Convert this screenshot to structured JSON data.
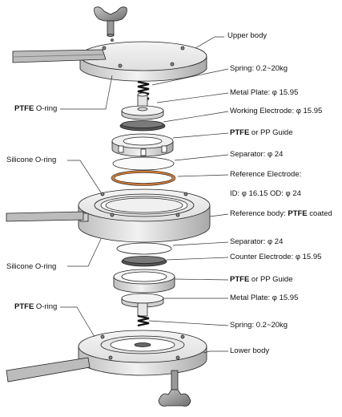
{
  "labels": {
    "upper_body": "Upper body",
    "spring_top": "Spring: 0.2~20kg",
    "metal_plate_top": "Metal Plate: φ 15.95",
    "working_electrode": "Working Electrode: φ 15.95",
    "guide_top_bold": "PTFE",
    "guide_top_rest": " or PP Guide",
    "separator_top": "Separator: φ 24",
    "reference_electrode_line1": "Reference Electrode:",
    "reference_electrode_line2": "ID: φ 16.15   OD: φ 24",
    "reference_body_text": "Reference body: ",
    "reference_body_bold": "PTFE",
    "reference_body_rest": " coated",
    "separator_bottom": "Separator: φ 24",
    "counter_electrode": "Counter Electrode: φ 15.95",
    "guide_bottom_bold": "PTFE",
    "guide_bottom_rest": " or PP Guide",
    "metal_plate_bottom": "Metal Plate: φ 15.95",
    "spring_bottom": "Spring: 0.2~20kg",
    "lower_body": "Lower body",
    "ptfe_oring_top_bold": "PTFE",
    "ptfe_oring_top_rest": " O-ring",
    "silicone_oring_top": "Silicone O-ring",
    "silicone_oring_bottom": "Silicone O-ring",
    "ptfe_oring_bottom_bold": "PTFE",
    "ptfe_oring_bottom_rest": " O-ring"
  },
  "colors": {
    "outline": "#222222",
    "body_fill": "#eeeeee",
    "body_side": "#d4d4d4",
    "electrode_dark": "#555555",
    "reference_ring": "#c87a3a",
    "wing_nut": "#8a8a8a"
  }
}
